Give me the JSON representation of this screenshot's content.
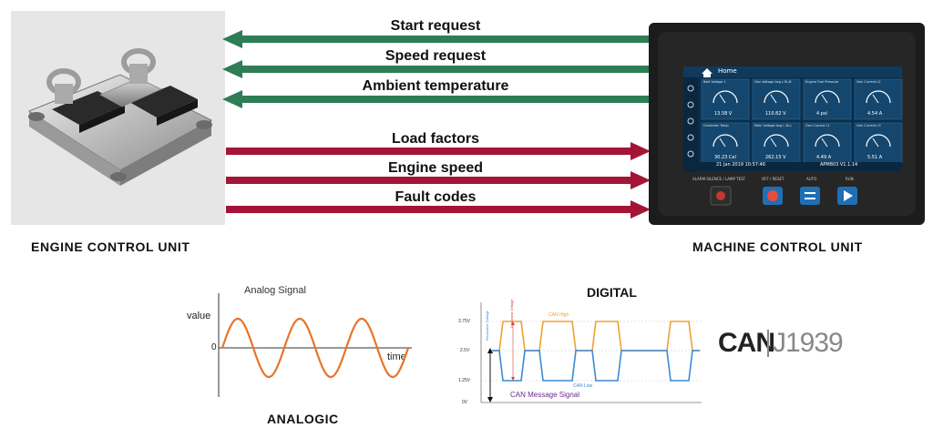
{
  "top": {
    "ecu_label": "ENGINE CONTROL UNIT",
    "mcu_label": "MACHINE CONTROL UNIT",
    "arrows_to_ecu": [
      "Start request",
      "Speed request",
      "Ambient temperature"
    ],
    "arrows_to_mcu": [
      "Load factors",
      "Engine speed",
      "Fault codes"
    ],
    "colors": {
      "to_ecu": "#2e7d55",
      "to_mcu": "#a31436"
    }
  },
  "mcu_screen": {
    "title": "Home",
    "gauges": [
      {
        "label": "Batt Voltage 1",
        "value": "13.58 V"
      },
      {
        "label": "Gen Voltage Avg L-To-N",
        "value": "110.82 V"
      },
      {
        "label": "Engine Fuel Pressure",
        "value": "4 psi"
      },
      {
        "label": "Gen Current L2",
        "value": "4.54 A"
      },
      {
        "label": "Controller Temp",
        "value": "30.23 Cel"
      },
      {
        "label": "Main Voltage Avg L-To-L",
        "value": "262.15 V"
      },
      {
        "label": "Gen Current L1",
        "value": "4.49 A"
      },
      {
        "label": "Gen Current L3",
        "value": "5.51 A"
      }
    ],
    "status_date": "21 Jan 2019 10:57:46",
    "version": "APM803 V1.1.14",
    "buttons": [
      {
        "label": "ALARM SILENCE / LAMP TEST"
      },
      {
        "label": "OFF / RESET"
      },
      {
        "label": "AUTO"
      },
      {
        "label": "RUN"
      }
    ]
  },
  "analog": {
    "signal_title": "Analog Signal",
    "y_label": "value",
    "zero_label": "0",
    "x_label": "time",
    "caption": "ANALOGIC",
    "wave_color": "#e8742a"
  },
  "digital": {
    "title": "DIGITAL",
    "levels": [
      "3.75V",
      "2.5V",
      "1.25V",
      "0V"
    ],
    "can_high": "CAN High",
    "can_low": "CAN Low",
    "signal_caption": "CAN Message Signal",
    "recessive_label": "Recessive Voltage",
    "dominant_label": "Dominant Voltage",
    "colors": {
      "high": "#f0a030",
      "low": "#3a8ad8",
      "caption": "#6a2a8a"
    }
  },
  "brand": {
    "can": "CAN",
    "standard": "J1939"
  }
}
